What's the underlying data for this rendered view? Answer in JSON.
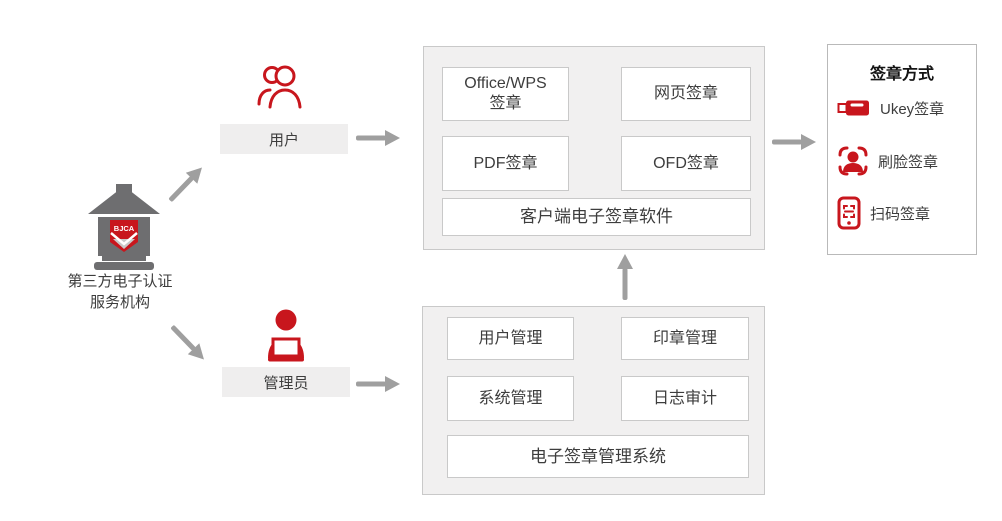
{
  "diagram": {
    "org": {
      "name_line1": "第三方电子认证",
      "name_line2": "服务机构",
      "badge": "BJCA"
    },
    "actors": {
      "user_label": "用户",
      "admin_label": "管理员"
    },
    "client_suite": {
      "modules": [
        "Office/WPS\n签章",
        "网页签章",
        "PDF签章",
        "OFD签章"
      ],
      "base": "客户端电子签章软件"
    },
    "management_system": {
      "modules": [
        "用户管理",
        "印章管理",
        "系统管理",
        "日志审计"
      ],
      "base": "电子签章管理系统"
    },
    "signing_methods": {
      "title": "签章方式",
      "items": [
        {
          "icon": "ukey-icon",
          "label": "Ukey签章"
        },
        {
          "icon": "face-scan-icon",
          "label": "刷脸签章"
        },
        {
          "icon": "qr-scan-icon",
          "label": "扫码签章"
        }
      ]
    },
    "colors": {
      "brand_red": "#c8161d",
      "arrow_gray": "#9f9f9f",
      "panel_bg": "#f1f0f0",
      "panel_border": "#c9c9c9"
    }
  }
}
